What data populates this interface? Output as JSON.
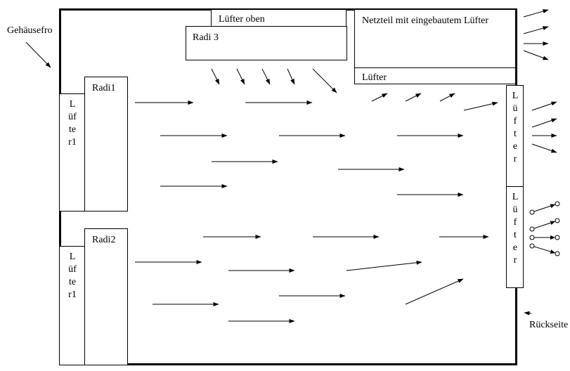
{
  "labels": {
    "case_front": "Gehäusefro",
    "case_back": "Rückseite",
    "fan_top": "Lüfter oben",
    "radiator_3": "Radi 3",
    "psu": "Netzteil mit eingebautem Lüfter",
    "psu_fan": "Lüfter",
    "radiator_1": "Radi1",
    "radiator_2": "Radi2",
    "front_fan_1": "L\nüf\nte\nr1",
    "front_fan_2": "L\nüf\nte\nr1",
    "rear_fan_1": "L\nü\nf\nt\ne\nr",
    "rear_fan_2": "L\nü\nf\nt\ne\nr"
  }
}
